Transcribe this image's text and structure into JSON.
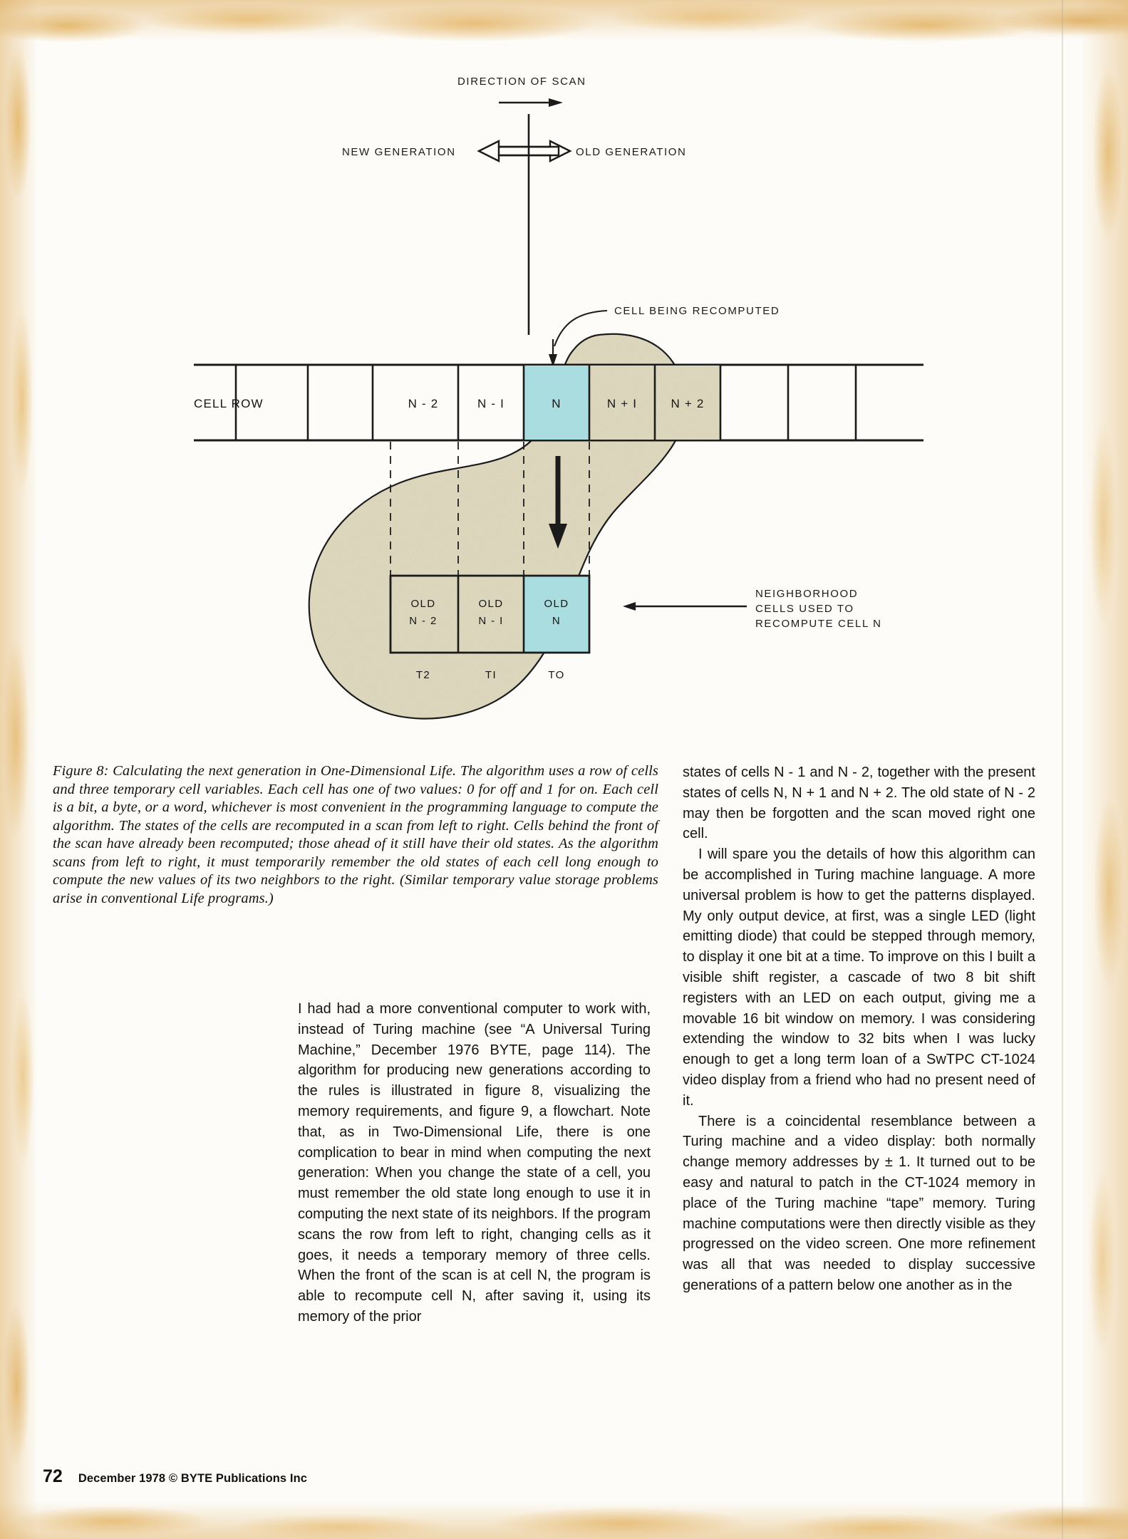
{
  "document": {
    "publication": "BYTE",
    "page_number": "72",
    "imprint": "December 1978 © BYTE Publications Inc"
  },
  "figure": {
    "id": "figure-8",
    "scan_direction_label": "DIRECTION OF SCAN",
    "new_generation_label": "NEW  GENERATION",
    "old_generation_label": "OLD  GENERATION",
    "cell_being_recomputed_label": "CELL BEING RECOMPUTED",
    "cell_row_label": "CELL ROW",
    "neighborhood_label_lines": [
      "NEIGHBORHOOD",
      "CELLS USED TO",
      "RECOMPUTE CELL N"
    ],
    "cell_row": [
      {
        "label": "",
        "fill": "white"
      },
      {
        "label": "",
        "fill": "white"
      },
      {
        "label": "",
        "fill": "white"
      },
      {
        "label": "N - 2",
        "fill": "white"
      },
      {
        "label": "N - I",
        "fill": "white"
      },
      {
        "label": "N",
        "fill": "cyan"
      },
      {
        "label": "N + I",
        "fill": "tan"
      },
      {
        "label": "N + 2",
        "fill": "tan"
      },
      {
        "label": "",
        "fill": "white"
      },
      {
        "label": "",
        "fill": "white"
      },
      {
        "label": "",
        "fill": "white"
      }
    ],
    "temp_cells": [
      {
        "line1": "OLD",
        "line2": "N - 2",
        "time": "T2",
        "fill": "tan"
      },
      {
        "line1": "OLD",
        "line2": "N - I",
        "time": "TI",
        "fill": "tan"
      },
      {
        "line1": "OLD",
        "line2": "N",
        "time": "TO",
        "fill": "cyan"
      }
    ],
    "colors": {
      "highlight_cyan": "#a9dde0",
      "blob_tan": "#e3ddc3",
      "line_black": "#1b1b1b",
      "paper": "#fdfcf8"
    }
  },
  "caption": {
    "text": "Figure 8: Calculating the next generation in One-Dimensional Life. The algorithm uses a row of cells and three temporary cell variables. Each cell has one of two values: 0 for off and 1 for on. Each cell is a bit, a byte, or a word, whichever is most convenient in the programming language to compute the algorithm. The states of the cells are recomputed in a scan from left to right. Cells behind the front of the scan have already been recomputed; those ahead of it still have their old states. As the algorithm scans from left to right, it must temporarily remember the old states of each cell long enough to compute the new values of its two neighbors to the right. (Similar temporary value storage problems arise in conventional Life programs.)"
  },
  "body": {
    "left_column": [
      "I had had a more conventional computer to work with, instead of Turing machine (see “A Universal Turing Machine,” December 1976 BYTE, page 114). The algorithm for producing new generations according to the rules is illustrated in figure 8, visualizing the memory requirements, and figure 9, a flowchart. Note that, as in Two-Dimensional Life, there is one complication to bear in mind when computing the next generation: When you change the state of a cell, you must remember the old state long enough to use it in computing the next state of its neighbors. If the program scans the row from left to right, changing cells as it goes, it needs a temporary memory of three cells. When the front of the scan is at cell N, the program is able to recompute cell N, after saving it, using its memory of the prior"
    ],
    "right_column": [
      "states of cells N - 1 and N - 2, together with the present states of cells N, N + 1 and N + 2. The old state of N - 2 may then be forgotten and the scan moved right one cell.",
      "I will spare you the details of how this algorithm can be accomplished in Turing machine language. A more universal problem is how to get the patterns displayed. My only output device, at first, was a single LED (light emitting diode) that could be stepped through memory, to display it one bit at a time. To improve on this I built a visible shift register, a cascade of two 8 bit shift registers with an LED on each output, giving me a movable 16 bit window on memory. I was considering extending the window to 32 bits when I was lucky enough to get a long term loan of a SwTPC CT-1024 video display from a friend who had no present need of it.",
      "There is a coincidental resemblance between a Turing machine and a video display: both normally change memory addresses by ± 1. It turned out to be easy and natural to patch in the CT-1024 memory in place of the Turing machine “tape” memory. Turing machine computations were then directly visible as they progressed on the video screen. One more refinement was all that was needed to display successive generations of a pattern below one another as in the"
    ]
  }
}
